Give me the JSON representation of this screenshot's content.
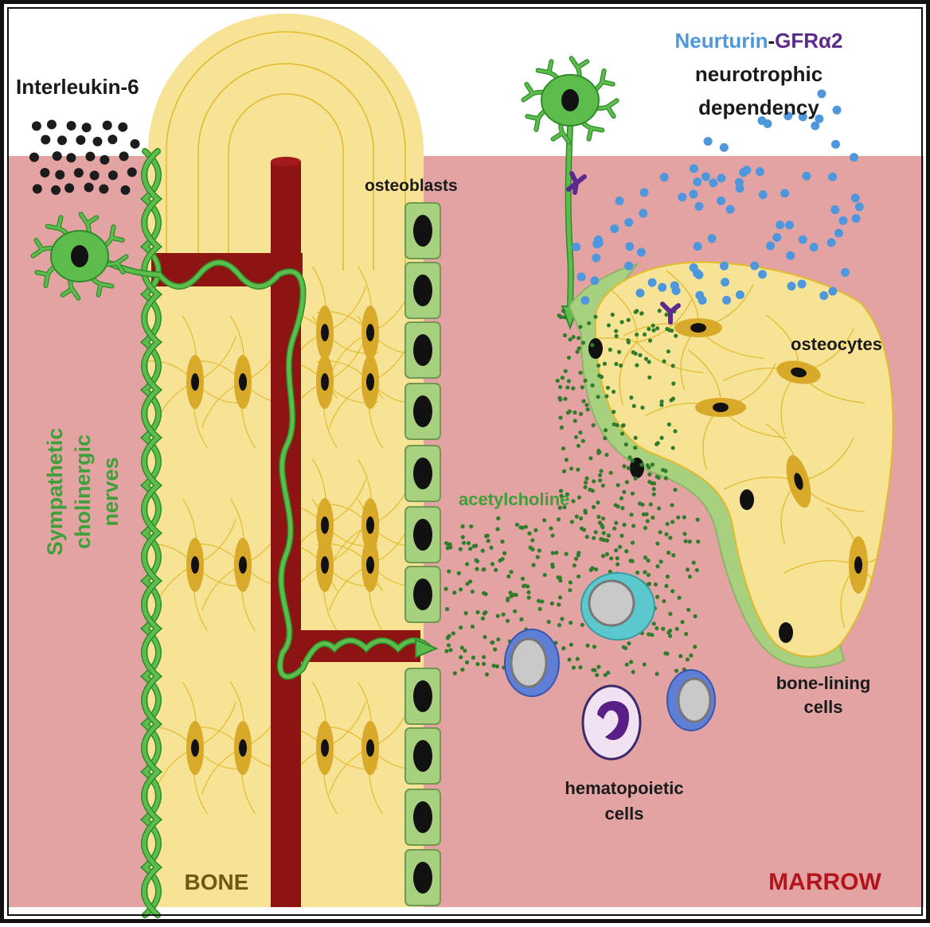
{
  "labels": {
    "interleukin": "Interleukin-6",
    "neurturin": "Neurturin",
    "dash": "-",
    "gfra2": "GFRα2",
    "neurotrophic": "neurotrophic",
    "dependency": "dependency",
    "osteoblasts": "osteoblasts",
    "osteocytes": "osteocytes",
    "sympathetic": "Sympathetic",
    "cholinergic": "cholinergic",
    "nerves": "nerves",
    "acetylcholine": "acetylcholine",
    "bone_lining_1": "bone-lining",
    "bone_lining_2": "cells",
    "hematopoietic_1": "hematopoietic",
    "hematopoietic_2": "cells",
    "bone": "BONE",
    "marrow": "MARROW"
  },
  "colors": {
    "marrow_bg": "#e3a3a3",
    "bone_fill": "#f7e395",
    "bone_line": "#e2bb2c",
    "vessel": "#8e1414",
    "nerve": "#5cbd4c",
    "nerve_dark": "#2f8a2a",
    "osteoblast": "#a7d07f",
    "neurturin_dots": "#4f97dc",
    "gfra2": "#5b2a8c",
    "acetylcholine_dots": "#2f7d2c",
    "il6_dots": "#1c1c1c",
    "bone_label": "#6e5a10",
    "marrow_label": "#b4151c"
  },
  "icons": [
    "neuron-icon",
    "receptor-icon",
    "osteoblast-cell-icon",
    "osteocyte-icon",
    "hematopoietic-cell-icon",
    "blood-vessel-icon"
  ]
}
